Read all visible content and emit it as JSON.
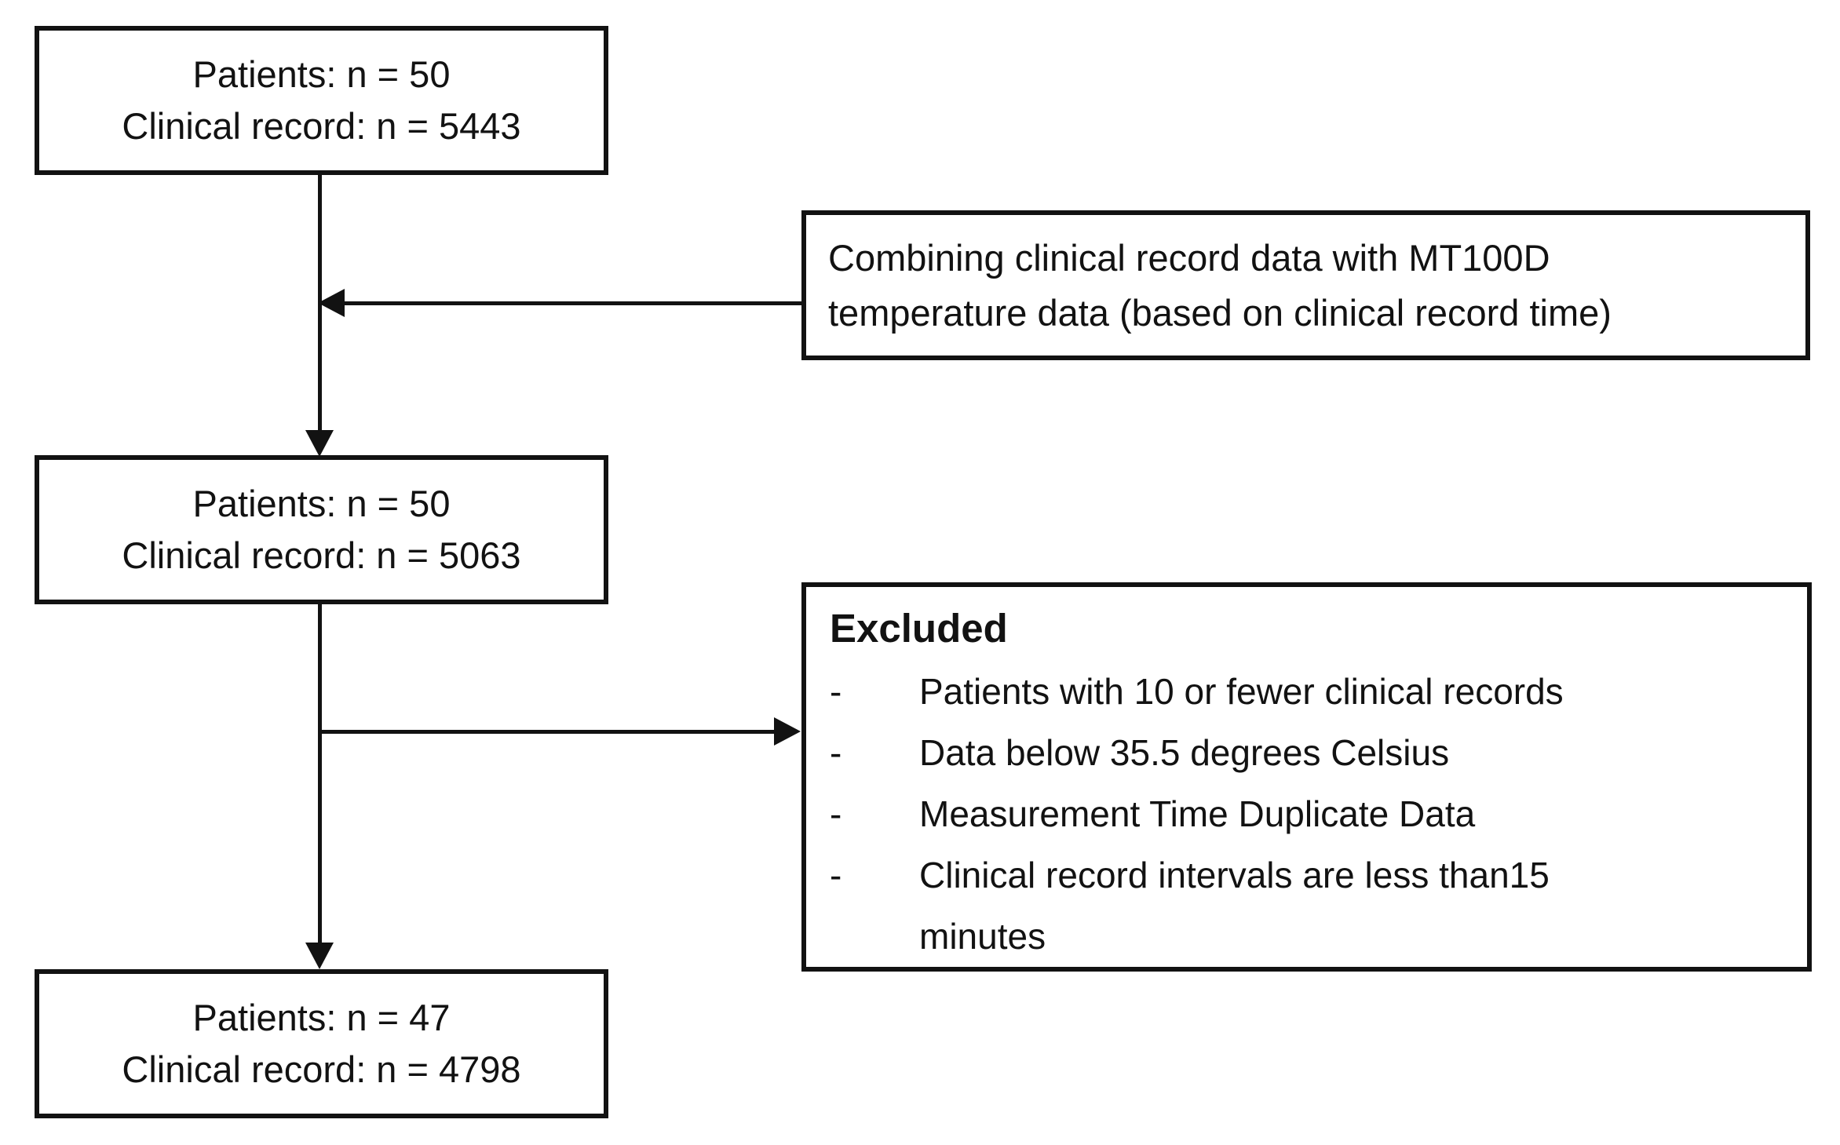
{
  "diagram": {
    "type": "flowchart",
    "bullet_marker": "-",
    "colors": {
      "border": "#121212",
      "text": "#121212",
      "background": "#ffffff"
    },
    "nodes": {
      "initial": {
        "lines": [
          "Patients: n = 50",
          "Clinical record: n = 5443"
        ]
      },
      "combine_note": {
        "lines": [
          "Combining clinical record data with MT100D",
          "temperature data (based on clinical record time)"
        ]
      },
      "merged": {
        "lines": [
          "Patients: n = 50",
          "Clinical record: n = 5063"
        ]
      },
      "excluded": {
        "title": "Excluded",
        "items": [
          {
            "lines": [
              "Patients with 10 or fewer clinical records"
            ]
          },
          {
            "lines": [
              "Data below 35.5 degrees Celsius"
            ]
          },
          {
            "lines": [
              "Measurement Time Duplicate Data"
            ]
          },
          {
            "lines": [
              "Clinical record intervals are less than15",
              "minutes"
            ]
          }
        ]
      },
      "final": {
        "lines": [
          "Patients: n = 47",
          "Clinical record: n = 4798"
        ]
      }
    }
  }
}
